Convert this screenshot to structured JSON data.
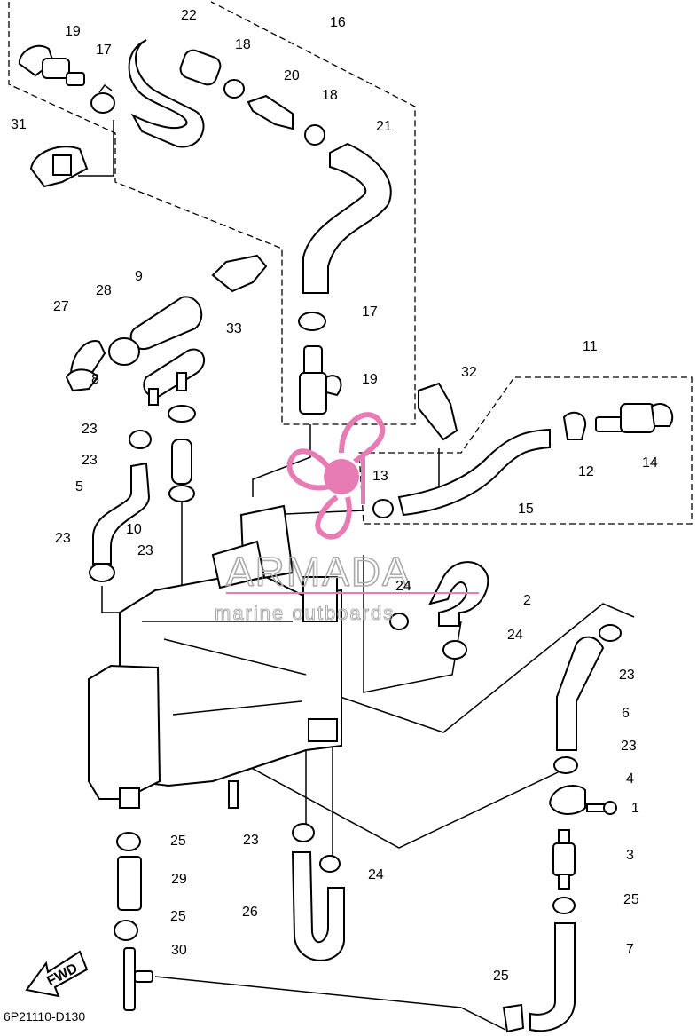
{
  "diagram": {
    "part_code": "6P21110-D130",
    "fwd_label": "FWD",
    "callouts": [
      "1",
      "2",
      "3",
      "4",
      "5",
      "6",
      "7",
      "8",
      "9",
      "10",
      "11",
      "12",
      "13",
      "14",
      "15",
      "16",
      "17",
      "18",
      "19",
      "20",
      "21",
      "22",
      "23",
      "24",
      "25",
      "26",
      "27",
      "28",
      "29",
      "30",
      "31",
      "32",
      "33"
    ]
  },
  "watermark": {
    "title": "ARMADA",
    "subtitle": "marine outboards",
    "accent_color": "#e77bb4",
    "line_color": "#c8c8c8"
  }
}
